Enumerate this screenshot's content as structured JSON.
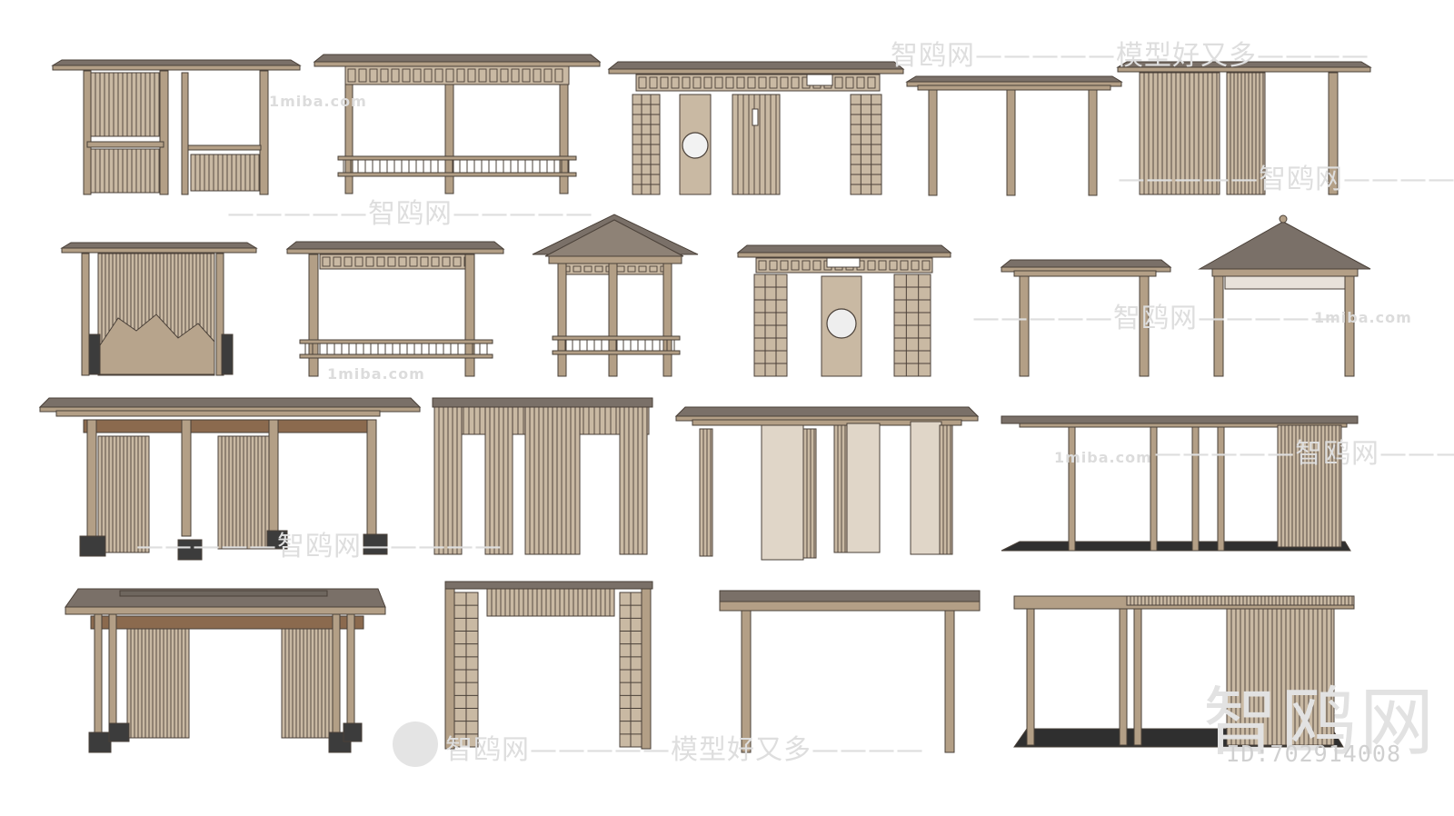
{
  "watermark": {
    "brand_cn": "智鸥网",
    "brand_site": "1miba.com",
    "slogan": "智鸥网—————模型好又多————",
    "slogan_short": "—————智鸥网—————",
    "id_label": "ID:702914008"
  },
  "colors": {
    "frame": "#b39f86",
    "outline": "#4a4038",
    "slat": "#c9b9a3",
    "base": "#3c3c3c",
    "roof": "#7a7068",
    "floor": "#2f2f2f"
  },
  "models": [
    {
      "id": "pavilion-1",
      "kind": "flat-screen-rail"
    },
    {
      "id": "pavilion-2",
      "kind": "lattice-bench"
    },
    {
      "id": "pavilion-3",
      "kind": "gate-round-window-plaque"
    },
    {
      "id": "pavilion-4",
      "kind": "plain-flat"
    },
    {
      "id": "pavilion-5",
      "kind": "slat-walls"
    },
    {
      "id": "pavilion-6",
      "kind": "mountain-screen"
    },
    {
      "id": "pavilion-7",
      "kind": "lattice-bench-long"
    },
    {
      "id": "pavilion-8",
      "kind": "hip-roof-bench"
    },
    {
      "id": "pavilion-9",
      "kind": "gate-round-window"
    },
    {
      "id": "pavilion-10",
      "kind": "flat-small"
    },
    {
      "id": "pavilion-11",
      "kind": "pyramid-roof"
    },
    {
      "id": "pavilion-12",
      "kind": "long-screens-bases"
    },
    {
      "id": "pavilion-13",
      "kind": "lattice-columns"
    },
    {
      "id": "pavilion-14",
      "kind": "folding-panels"
    },
    {
      "id": "pavilion-15",
      "kind": "long-floor-slats"
    },
    {
      "id": "pavilion-16",
      "kind": "trellis-screens-bases"
    },
    {
      "id": "pavilion-17",
      "kind": "gate-lattice"
    },
    {
      "id": "pavilion-18",
      "kind": "long-table"
    },
    {
      "id": "pavilion-19",
      "kind": "long-floor-slats-right"
    }
  ]
}
